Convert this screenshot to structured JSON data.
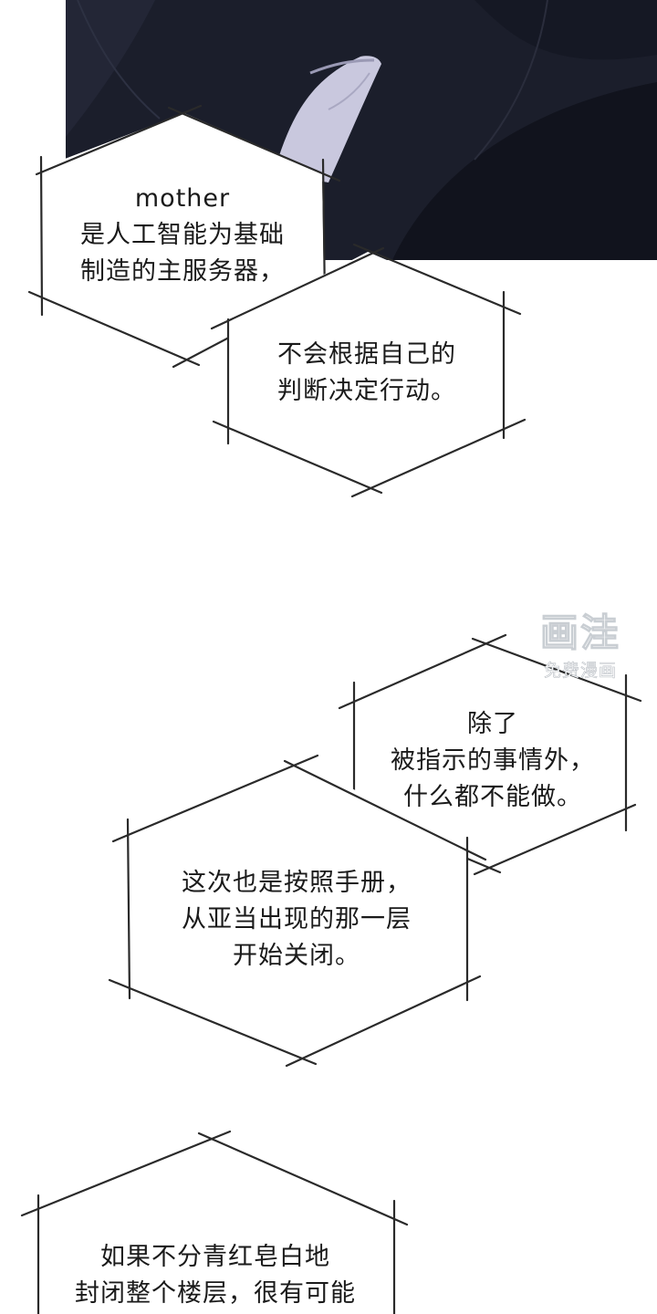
{
  "panel": {
    "bubbles": [
      {
        "lines": [
          "mother",
          "是人工智能为基础",
          "制造的主服务器，"
        ]
      },
      {
        "lines": [
          "不会根据自己的",
          "判断决定行动。"
        ]
      },
      {
        "lines": [
          "除了",
          "被指示的事情外，",
          "什么都不能做。"
        ]
      },
      {
        "lines": [
          "这次也是按照手册，",
          "从亚当出现的那一层",
          "开始关闭。"
        ]
      },
      {
        "lines": [
          "如果不分青红皂白地",
          "封闭整个楼层，很有可能"
        ]
      }
    ],
    "watermark": {
      "logo": "画洼",
      "caption": "免费漫画"
    }
  },
  "colors": {
    "background": "#ffffff",
    "suit_dark": "#1b1e2b",
    "suit_shadow": "#11131d",
    "shirt_collar": "#c9c8de",
    "bubble_outline": "#2a2a2a",
    "text": "#1a1a1a"
  }
}
